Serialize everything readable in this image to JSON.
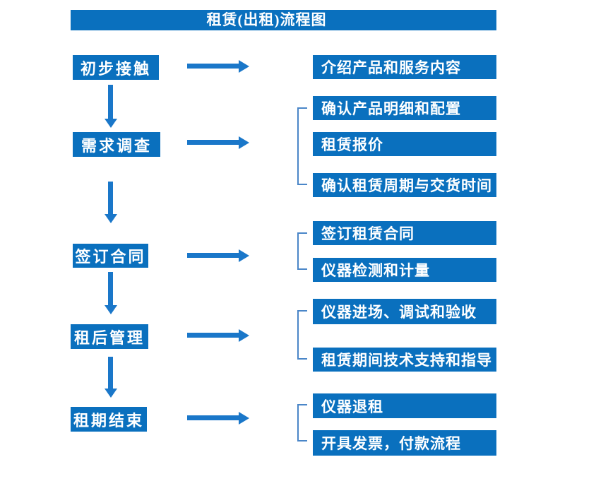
{
  "title": "租赁(出租)流程图",
  "colors": {
    "box_blue": "#0a70be",
    "arrow_blue": "#1a77c9",
    "bracket_blue": "#4a86c8",
    "text_white": "#ffffff"
  },
  "flow": [
    {
      "stage": "初步接触",
      "details": [
        "介绍产品和服务内容"
      ]
    },
    {
      "stage": "需求调查",
      "details": [
        "确认产品明细和配置",
        "租赁报价",
        "确认租赁周期与交货时间"
      ]
    },
    {
      "stage": "签订合同",
      "details": [
        "签订租赁合同",
        "仪器检测和计量"
      ]
    },
    {
      "stage": "租后管理",
      "details": [
        "仪器进场、调试和验收",
        "租赁期间技术支持和指导"
      ]
    },
    {
      "stage": "租期结束",
      "details": [
        "仪器退租",
        "开具发票，付款流程"
      ]
    }
  ]
}
